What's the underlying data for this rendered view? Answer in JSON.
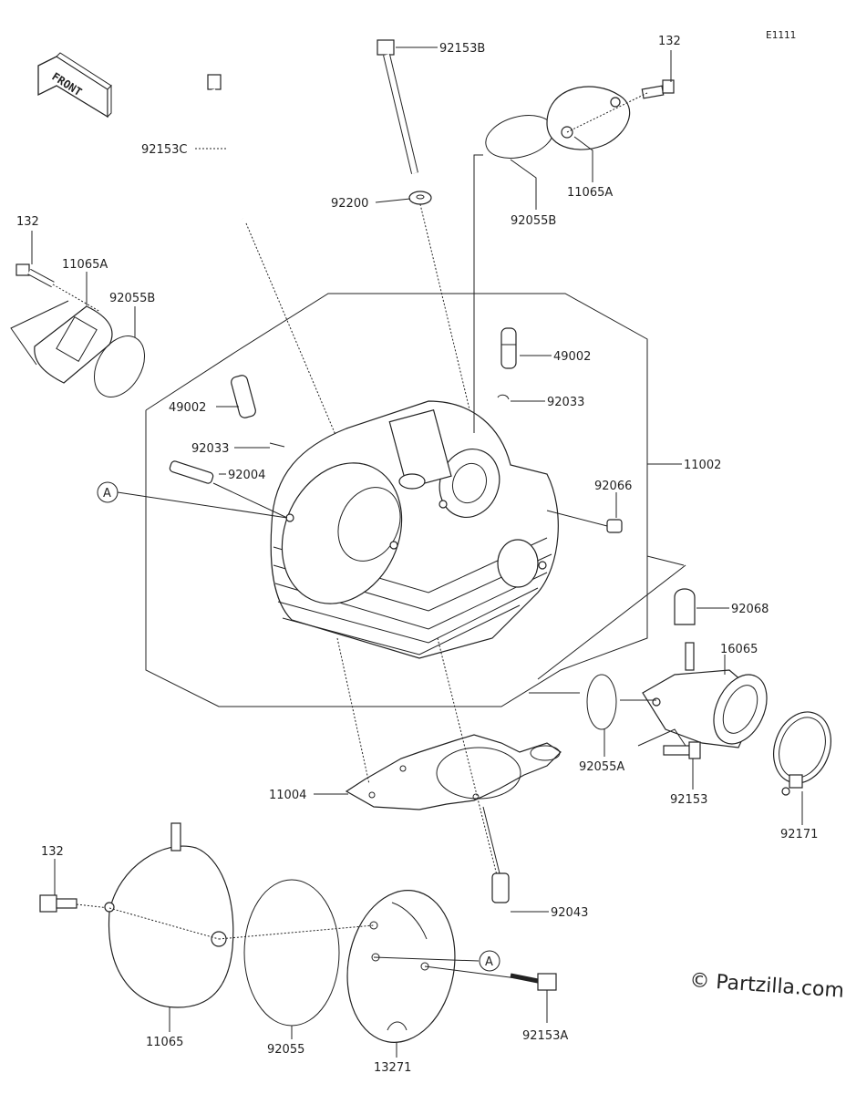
{
  "diagram": {
    "code": "E1111",
    "front_label": "FRONT",
    "copyright": "© Partzilla.com",
    "callout_letter": "A",
    "labels": {
      "p92153B": "92153B",
      "p132_top": "132",
      "p92153C": "92153C",
      "p92200": "92200",
      "p92055B_top": "92055B",
      "p11065A_top": "11065A",
      "p132_left": "132",
      "p11065A_left": "11065A",
      "p92055B_left": "92055B",
      "p49002_right": "49002",
      "p92033_right": "92033",
      "p49002_left": "49002",
      "p92033_left": "92033",
      "p92004": "92004",
      "p92066": "92066",
      "p11002": "11002",
      "p92068": "92068",
      "p16065": "16065",
      "p92055A": "92055A",
      "p92153": "92153",
      "p92171": "92171",
      "p11004": "11004",
      "p92043": "92043",
      "p132_bottom": "132",
      "p92153A": "92153A",
      "p11065": "11065",
      "p92055": "92055",
      "p13271": "13271"
    }
  }
}
